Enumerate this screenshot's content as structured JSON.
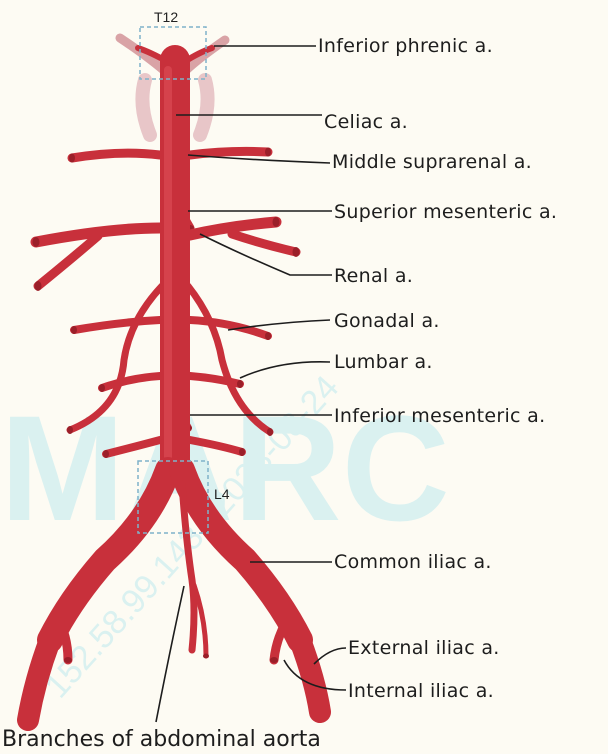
{
  "title": "Branches of abdominal aorta",
  "vertebrae": {
    "top": "T12",
    "bottom": "L4"
  },
  "watermark": {
    "text": "MARC",
    "ip": "152.58.99.143 | 2023-08-24"
  },
  "labels": {
    "inferior_phrenic": "Inferior phrenic a.",
    "celiac": "Celiac a.",
    "middle_suprarenal": "Middle suprarenal a.",
    "superior_mesenteric": "Superior mesenteric a.",
    "renal": "Renal a.",
    "gonadal": "Gonadal a.",
    "lumbar": "Lumbar a.",
    "inferior_mesenteric": "Inferior mesenteric a.",
    "common_iliac": "Common iliac a.",
    "external_iliac": "External iliac a.",
    "internal_iliac": "Internal iliac a."
  },
  "colors": {
    "artery": "#c8303b",
    "artery_dark": "#9b1f29",
    "background": "#fdfbf3",
    "vertebra_box": "#7fb2c9"
  }
}
